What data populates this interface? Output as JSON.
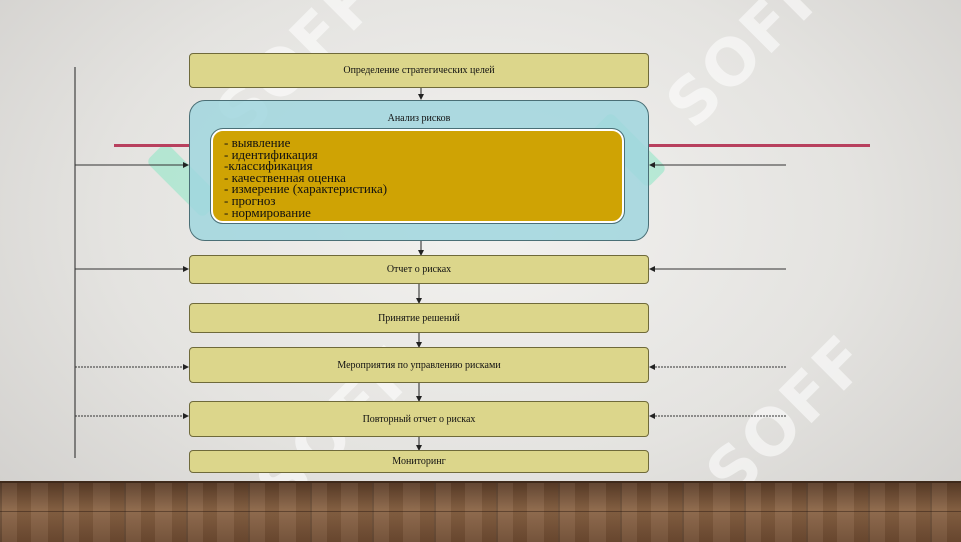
{
  "diagram": {
    "steps": {
      "goals": "Определение стратегических целей",
      "analysis_title": "Анализ  рисков",
      "report": "Отчет о рисках",
      "decisions": "Принятие решений",
      "measures": "Мероприятия по управлению рисками",
      "repeat_report": "Повторный отчет о рисках",
      "monitoring": "Мониторинг"
    },
    "analysis_items": [
      "- выявление",
      "- идентификация",
      "-классификация",
      "- качественная оценка",
      "- измерение (характеристика)",
      "- прогноз",
      "- нормирование"
    ]
  },
  "watermark": {
    "text": "SOFF"
  },
  "colors": {
    "step_fill": "#dcd68b",
    "analysis_outer": "#a0d6de",
    "analysis_inner": "#cfa304",
    "accent_line": "#b8405e"
  }
}
